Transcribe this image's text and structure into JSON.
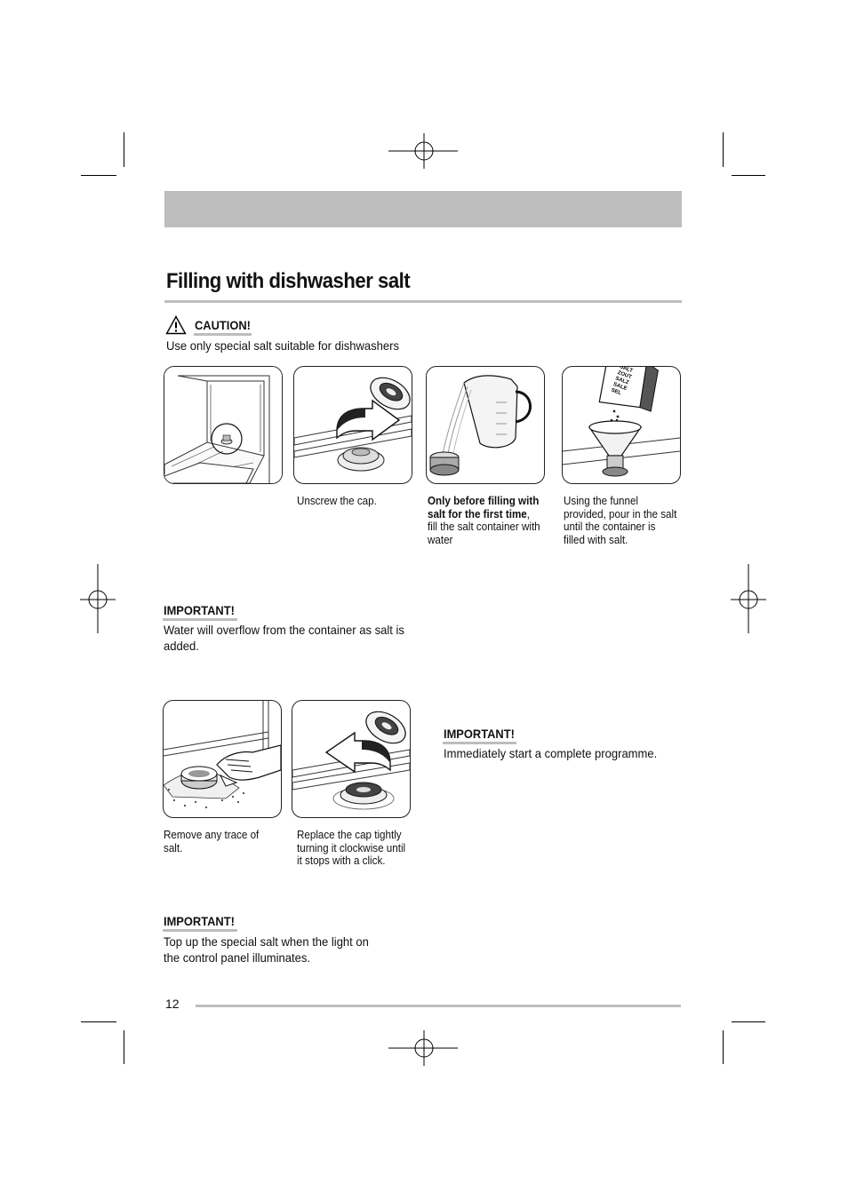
{
  "title": "Filling with dishwasher salt",
  "caution": {
    "heading": "CAUTION!",
    "text": "Use only special salt suitable for dishwashers"
  },
  "step_captions": {
    "unscrew": "Unscrew the cap.",
    "first_time_bold": "Only before filling with salt for the first time",
    "first_time_rest": ", fill the salt container with water",
    "funnel": "Using the funnel provided, pour in the salt until the container is filled with salt.",
    "remove": "Remove any trace of salt.",
    "replace": "Replace the cap tightly turning it clockwise until it stops with a click."
  },
  "salt_package_text": [
    "SALT",
    "ZOUT",
    "SALZ",
    "SALE",
    "SEL"
  ],
  "important_1": {
    "heading": "IMPORTANT!",
    "text": "Water will overflow from the container as salt is added."
  },
  "important_2": {
    "heading": "IMPORTANT!",
    "text": "Immediately start a complete programme."
  },
  "important_3": {
    "heading": "IMPORTANT!",
    "text": "Top up the special salt when the light on the control panel illuminates."
  },
  "page_number": "12"
}
